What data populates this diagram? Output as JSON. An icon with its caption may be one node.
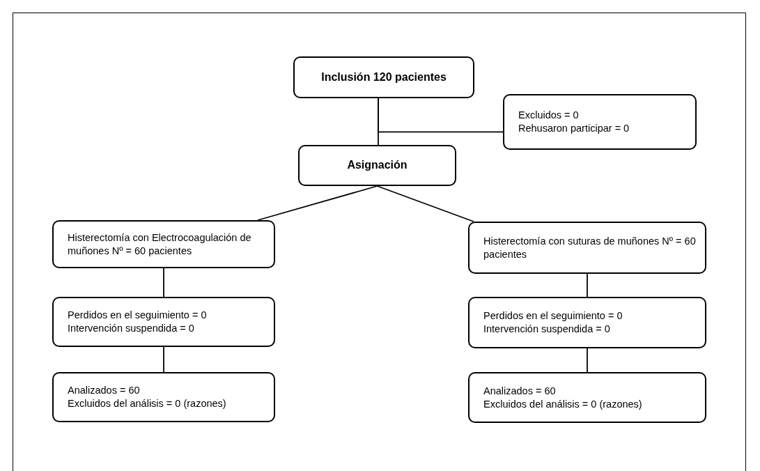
{
  "diagram": {
    "nodes": [
      {
        "text": [
          "Inclusión 120 pacientes"
        ]
      },
      {
        "text": [
          "Excluidos = 0",
          "Rehusaron participar = 0"
        ]
      },
      {
        "text": [
          "Asignación"
        ]
      },
      {
        "text": [
          "Histerectomía con Electrocoagulación de muñones Nº = 60 pacientes"
        ]
      },
      {
        "text": [
          "Histerectomía con suturas de muñones Nº = 60 pacientes"
        ]
      },
      {
        "text": [
          "Perdidos en el seguimiento = 0",
          "Intervención suspendida = 0"
        ]
      },
      {
        "text": [
          "Perdidos en el seguimiento = 0",
          "Intervención suspendida = 0"
        ]
      },
      {
        "text": [
          "Analizados = 60",
          "Excluidos del análisis = 0 (razones)"
        ]
      },
      {
        "text": [
          "Analizados = 60",
          "Excluidos del análisis = 0 (razones)"
        ]
      }
    ],
    "edges": [
      {
        "from": 0,
        "to": 2,
        "arrow": "none"
      },
      {
        "from": 0,
        "to": 1,
        "arrow": "none"
      },
      {
        "from": 2,
        "to": 3,
        "arrow": "none"
      },
      {
        "from": 2,
        "to": 4,
        "arrow": "none"
      },
      {
        "from": 3,
        "to": 5,
        "arrow": "none"
      },
      {
        "from": 5,
        "to": 7,
        "arrow": "none"
      },
      {
        "from": 4,
        "to": 6,
        "arrow": "none"
      },
      {
        "from": 6,
        "to": 8,
        "arrow": "none"
      }
    ]
  }
}
